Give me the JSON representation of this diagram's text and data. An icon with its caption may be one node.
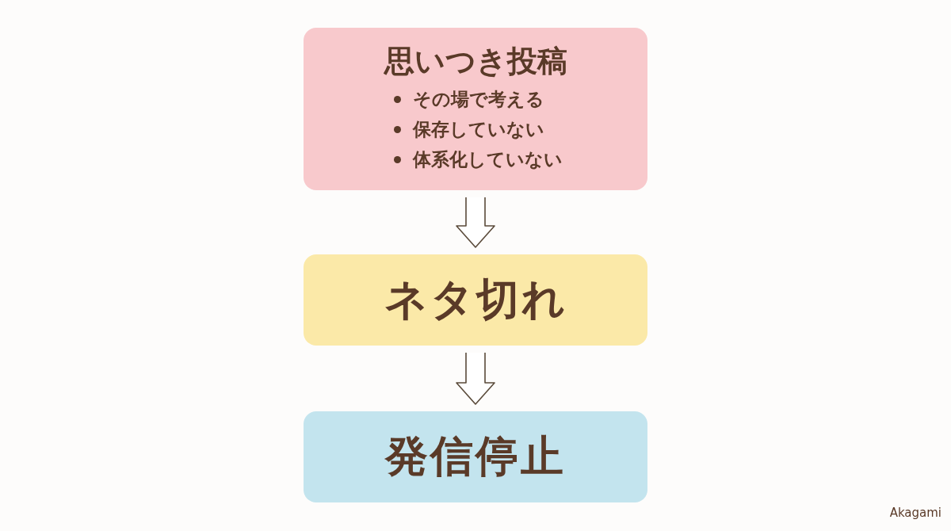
{
  "diagram": {
    "nodes": [
      {
        "text": [
          "思いつき投稿",
          "その場で考える",
          "保存していない",
          "体系化していない"
        ]
      },
      {
        "text": [
          "ネタ切れ"
        ]
      },
      {
        "text": [
          "発信停止"
        ]
      }
    ],
    "edges": [
      {
        "from": 0,
        "to": 1,
        "arrow": "to"
      },
      {
        "from": 1,
        "to": 2,
        "arrow": "to"
      }
    ],
    "labels": [
      "Akagami"
    ]
  }
}
